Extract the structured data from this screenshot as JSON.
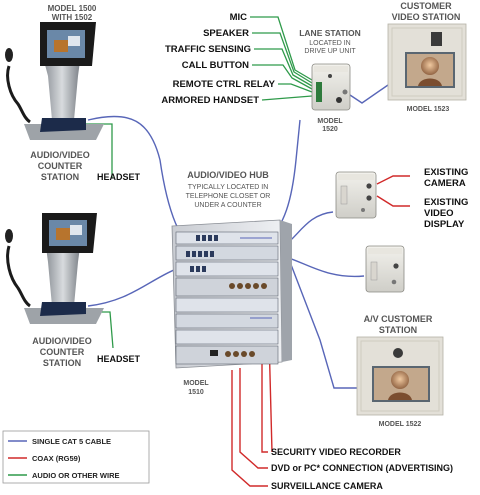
{
  "colors": {
    "cat5": "#5866b8",
    "coax": "#d12a2a",
    "audio": "#2f9a4a",
    "label_black": "#111111",
    "label_grey": "#555555"
  },
  "top_console": {
    "model_line1": "MODEL 1500",
    "model_line2": "WITH 1502",
    "station_line1": "AUDIO/VIDEO",
    "station_line2": "COUNTER",
    "station_line3": "STATION",
    "headset": "HEADSET"
  },
  "bottom_console": {
    "station_line1": "AUDIO/VIDEO",
    "station_line2": "COUNTER",
    "station_line3": "STATION",
    "headset": "HEADSET"
  },
  "lane_station": {
    "inputs": [
      "MIC",
      "SPEAKER",
      "TRAFFIC SENSING",
      "CALL BUTTON",
      "REMOTE CTRL RELAY",
      "ARMORED HANDSET"
    ],
    "title": "LANE STATION",
    "sub1": "LOCATED IN",
    "sub2": "DRIVE UP UNIT",
    "model1": "MODEL",
    "model2": "1520"
  },
  "customer_station": {
    "title1": "CUSTOMER",
    "title2": "VIDEO STATION",
    "model": "MODEL 1523"
  },
  "hub": {
    "title": "AUDIO/VIDEO HUB",
    "sub1": "TYPICALLY LOCATED IN",
    "sub2": "TELEPHONE CLOSET OR",
    "sub3": "UNDER A COUNTER",
    "model1": "MODEL",
    "model2": "1510"
  },
  "interface_box": {
    "out1_line1": "EXISTING",
    "out1_line2": "CAMERA",
    "out2_line1": "EXISTING",
    "out2_line2": "VIDEO",
    "out2_line3": "DISPLAY"
  },
  "av_customer_station": {
    "title1": "A/V CUSTOMER",
    "title2": "STATION",
    "model": "MODEL 1522"
  },
  "outputs": {
    "recorder": "SECURITY VIDEO RECORDER",
    "dvd": "DVD or PC* CONNECTION (ADVERTISING)",
    "camera": "SURVEILLANCE CAMERA"
  },
  "legend": {
    "items": [
      {
        "label": "SINGLE CAT 5 CABLE",
        "color": "#5866b8"
      },
      {
        "label": "COAX (RG59)",
        "color": "#d12a2a"
      },
      {
        "label": "AUDIO OR OTHER WIRE",
        "color": "#2f9a4a"
      }
    ]
  }
}
